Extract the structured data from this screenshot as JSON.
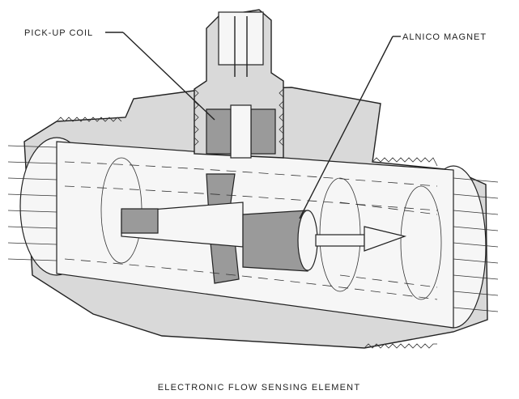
{
  "labels": {
    "pickup_coil": "PICK-UP COIL",
    "alnico_magnet": "ALNICO MAGNET"
  },
  "caption": "ELECTRONIC FLOW SENSING ELEMENT"
}
